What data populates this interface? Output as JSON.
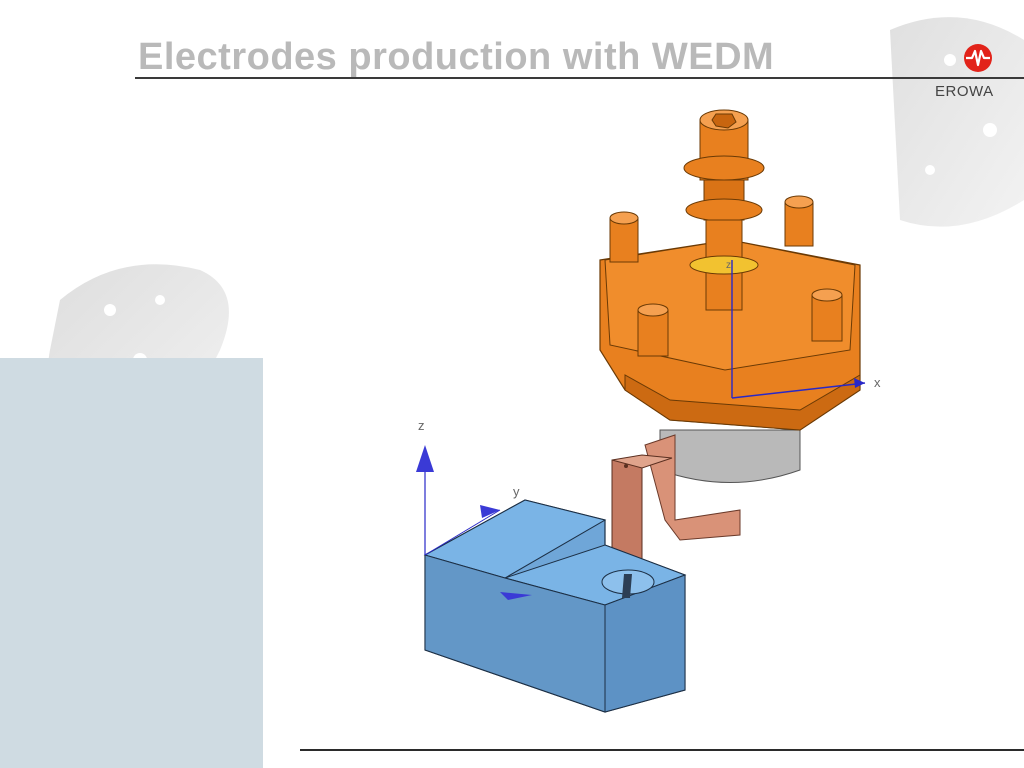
{
  "slide": {
    "title": "Electrodes production with WEDM"
  },
  "logo": {
    "text": "EROWA",
    "accent_color": "#e2231a"
  },
  "illustration": {
    "axis_labels": {
      "holder_z": "z",
      "holder_x": "x",
      "block_z": "z",
      "block_y": "y"
    },
    "colors": {
      "holder_orange": "#e87d1e",
      "block_blue": "#6fa6d8",
      "electrode_copper": "#c47a62",
      "axis_blue": "#2828c8"
    }
  },
  "colors": {
    "title_gray": "#b9b9b9",
    "panel_blue_gray": "#cfdbe2"
  }
}
